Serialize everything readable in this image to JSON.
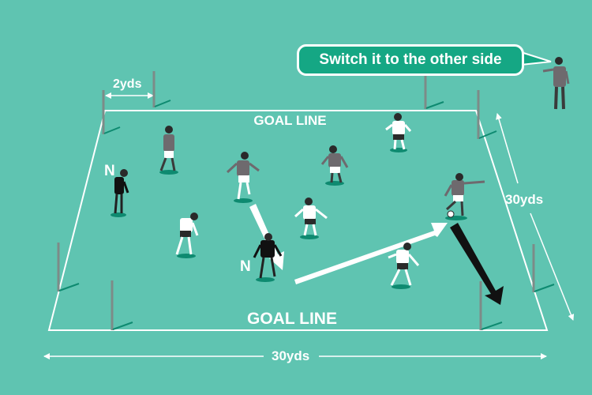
{
  "coach_speech": "Switch it to the other side",
  "pitch": {
    "goal_line_top": "GOAL LINE",
    "goal_line_bottom": "GOAL LINE",
    "width_label": "30yds",
    "length_label": "30yds",
    "goal_gap_label": "2yds"
  },
  "neutral_players": {
    "label_1": "N",
    "label_2": "N"
  },
  "colors": {
    "pitch_green": "#5fc4b1",
    "bubble_green": "#15a784",
    "lines": "#ffffff",
    "pass_arrow": "#ffffff",
    "run_arrow": "#111111",
    "post_marker": "#0e8a70"
  }
}
